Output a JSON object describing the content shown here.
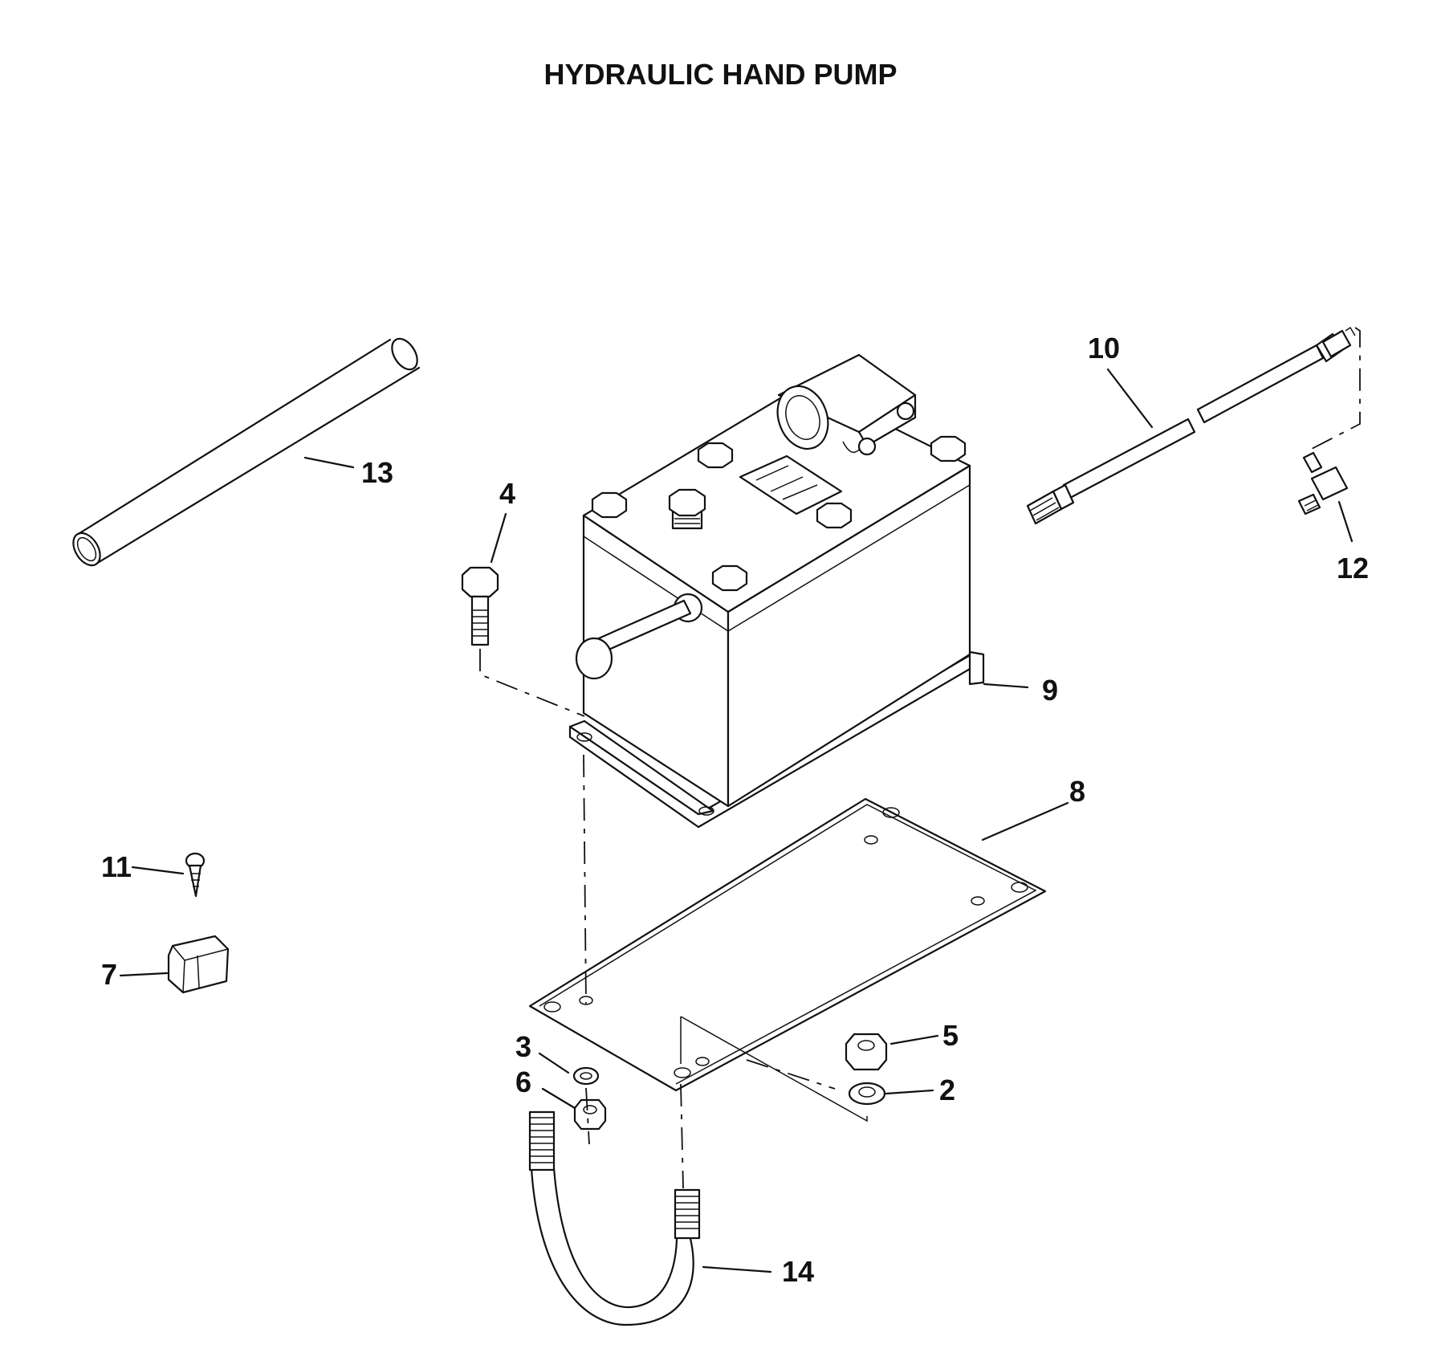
{
  "title": "HYDRAULIC HAND PUMP",
  "callouts": {
    "c2": "2",
    "c3": "3",
    "c4": "4",
    "c5": "5",
    "c6": "6",
    "c7": "7",
    "c8": "8",
    "c9": "9",
    "c10": "10",
    "c11": "11",
    "c12": "12",
    "c13": "13",
    "c14": "14"
  }
}
